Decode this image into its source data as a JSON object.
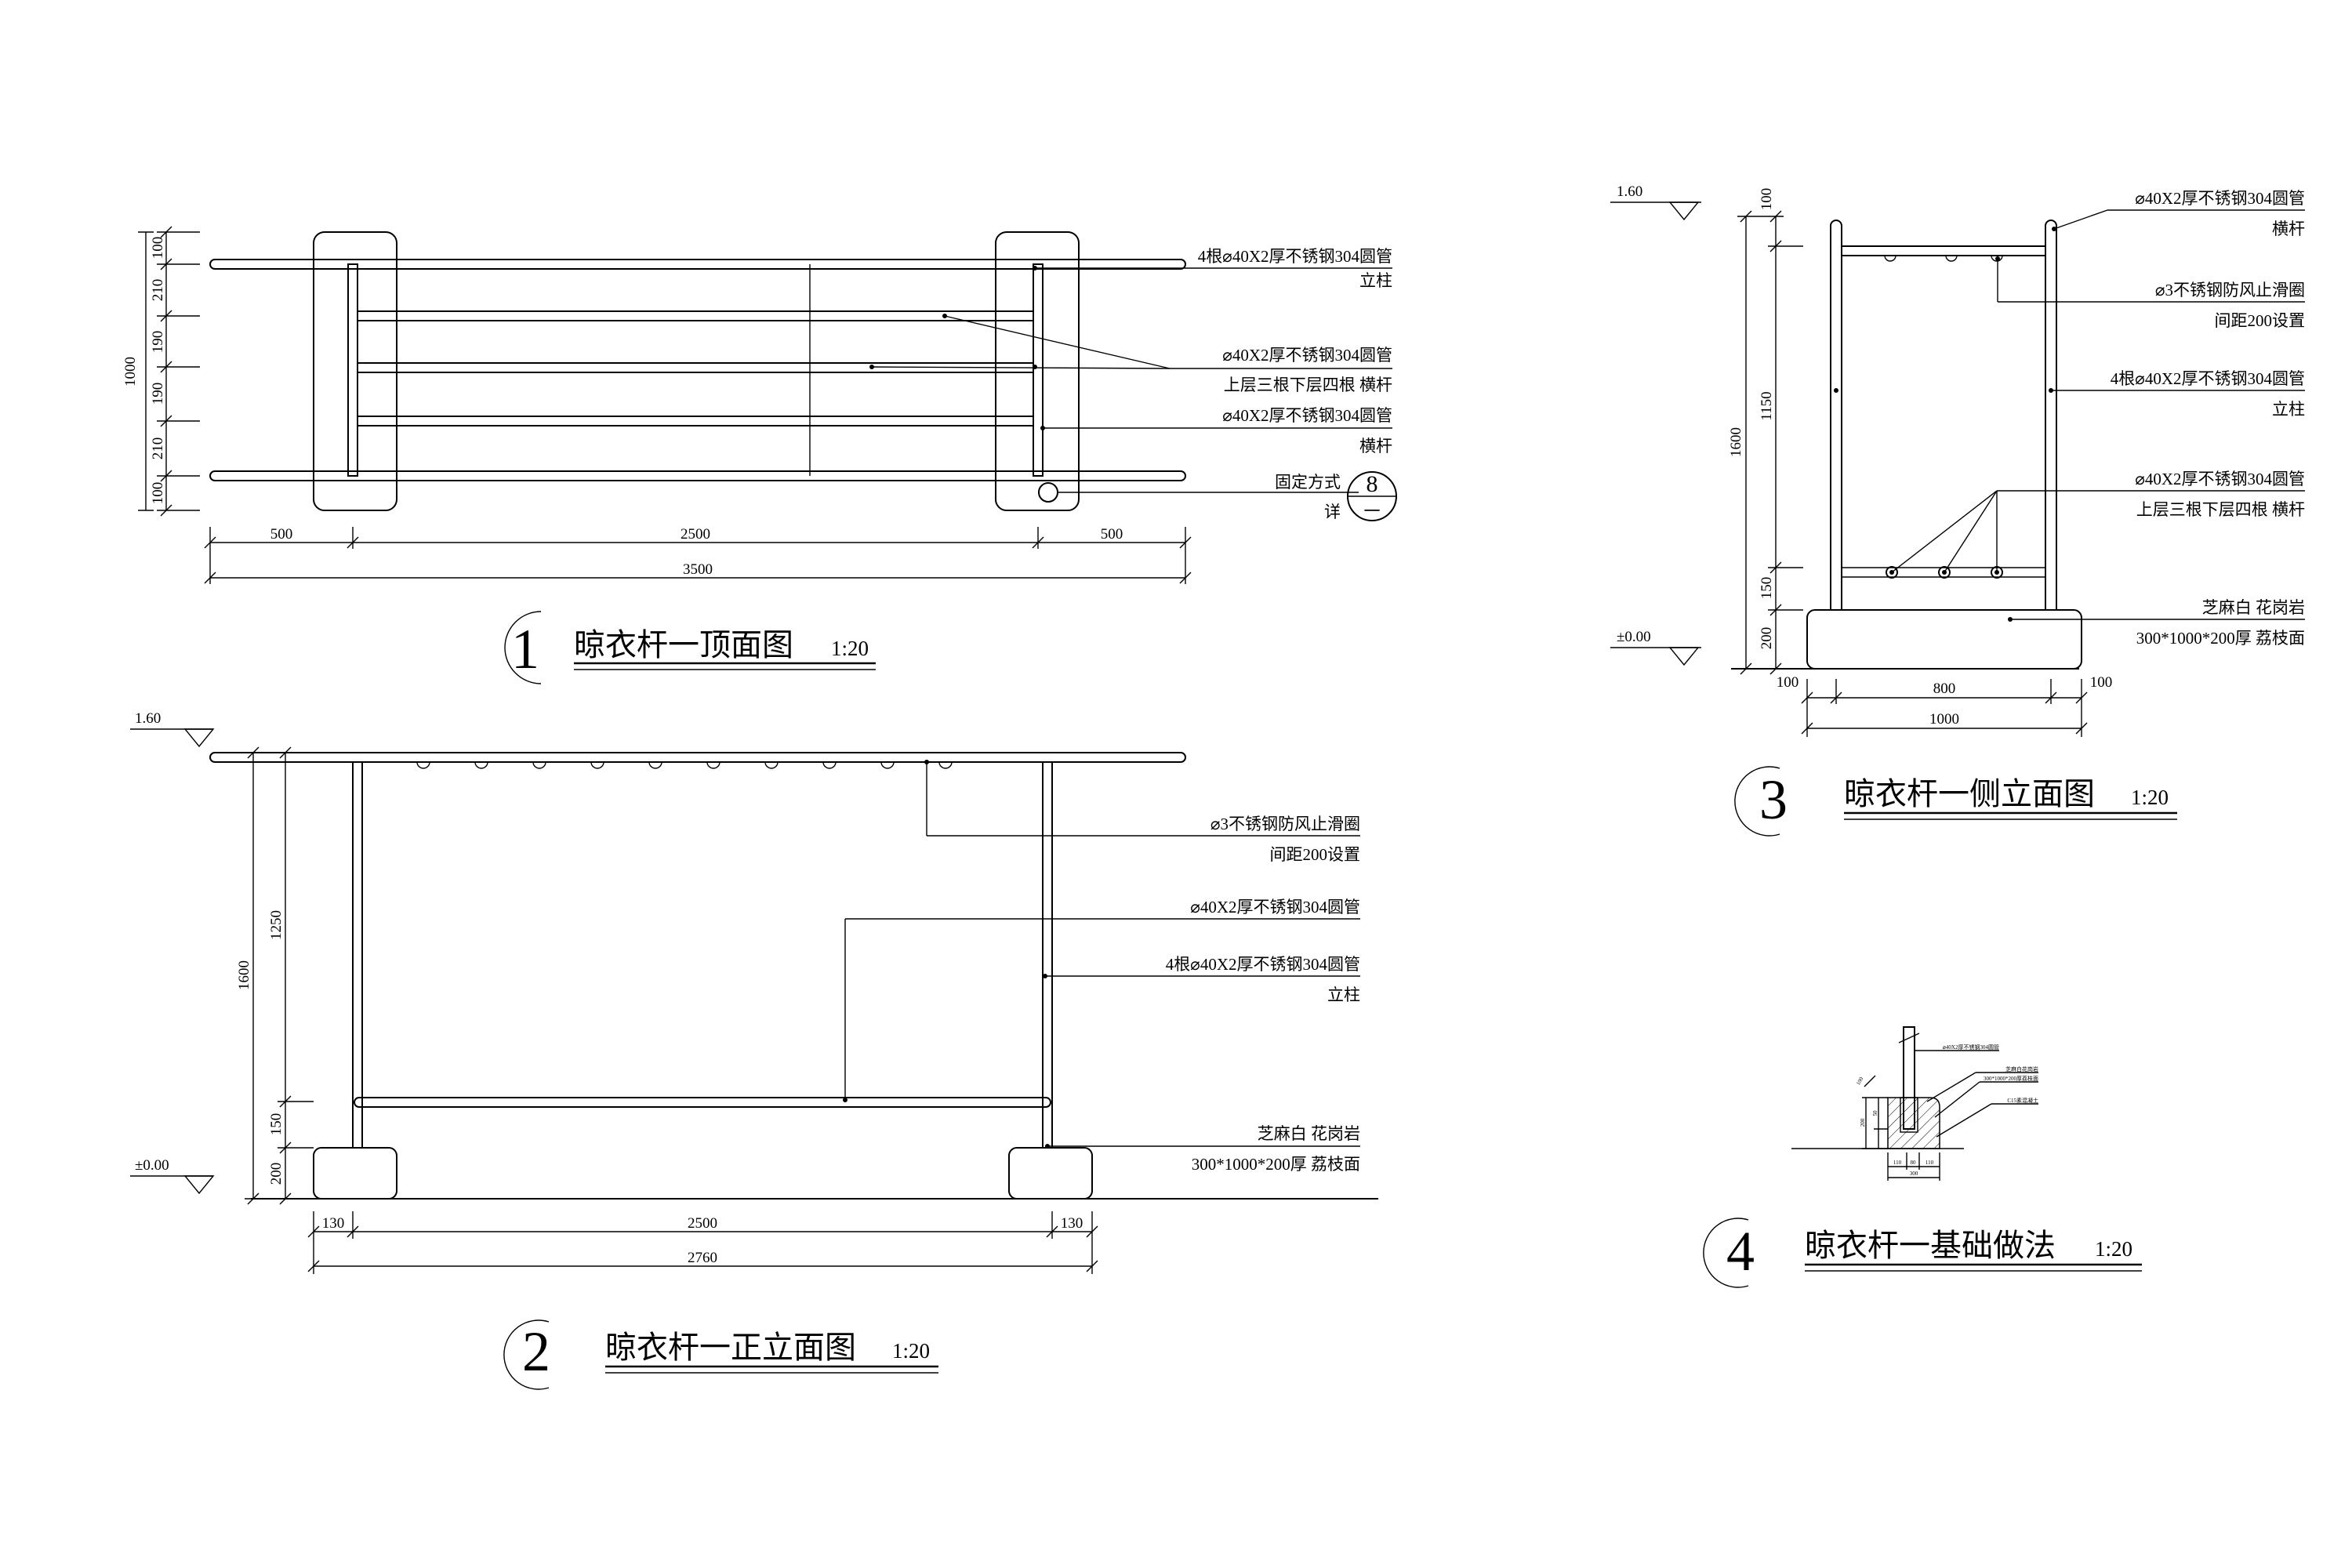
{
  "titles": {
    "plan": {
      "num": "1",
      "text": "晾衣杆一顶面图",
      "scale": "1:20"
    },
    "front": {
      "num": "2",
      "text": "晾衣杆一正立面图",
      "scale": "1:20"
    },
    "side": {
      "num": "3",
      "text": "晾衣杆一侧立面图",
      "scale": "1:20"
    },
    "base": {
      "num": "4",
      "text": "晾衣杆一基础做法",
      "scale": "1:20"
    }
  },
  "plan": {
    "dims_left": [
      "100",
      "210",
      "190",
      "190",
      "210",
      "100"
    ],
    "dim_total": "1000",
    "dims_bottom": [
      "500",
      "2500",
      "500"
    ],
    "dim_overall": "3500",
    "notes": [
      "4根⌀40X2厚不锈钢304圆管",
      "立柱",
      "⌀40X2厚不锈钢304圆管",
      "上层三根下层四根 横杆",
      "⌀40X2厚不锈钢304圆管",
      "横杆",
      "固定方式",
      "详"
    ],
    "detail_ref": {
      "num": "8",
      "sheet": "一"
    }
  },
  "front": {
    "elev_top": "1.60",
    "elev_bottom": "±0.00",
    "dims_left": [
      "1250",
      "150",
      "200"
    ],
    "dim_total": "1600",
    "dims_bottom": [
      "130",
      "2500",
      "130"
    ],
    "dim_overall": "2760",
    "notes": [
      "⌀3不锈钢防风止滑圈",
      "间距200设置",
      "⌀40X2厚不锈钢304圆管",
      "4根⌀40X2厚不锈钢304圆管",
      "立柱",
      "芝麻白 花岗岩",
      "300*1000*200厚 荔枝面"
    ]
  },
  "side": {
    "elev_top": "1.60",
    "elev_bottom": "±0.00",
    "dims_left": [
      "100",
      "1150",
      "150",
      "200"
    ],
    "dim_total": "1600",
    "dims_bottom": [
      "100",
      "800",
      "100"
    ],
    "dim_overall": "1000",
    "notes": [
      "⌀40X2厚不锈钢304圆管",
      "横杆",
      "⌀3不锈钢防风止滑圈",
      "间距200设置",
      "4根⌀40X2厚不锈钢304圆管",
      "立柱",
      "⌀40X2厚不锈钢304圆管",
      "上层三根下层四根 横杆",
      "芝麻白 花岗岩",
      "300*1000*200厚 荔枝面"
    ]
  },
  "base": {
    "dims_left": [
      "100",
      "200",
      "50"
    ],
    "dims_bottom": [
      "110",
      "80",
      "110"
    ],
    "dim_overall": "300",
    "notes": [
      "⌀40X2厚不锈钢304圆管",
      "芝麻白花岗岩",
      "300*1000*200厚荔枝面",
      "C15素混凝土"
    ]
  }
}
